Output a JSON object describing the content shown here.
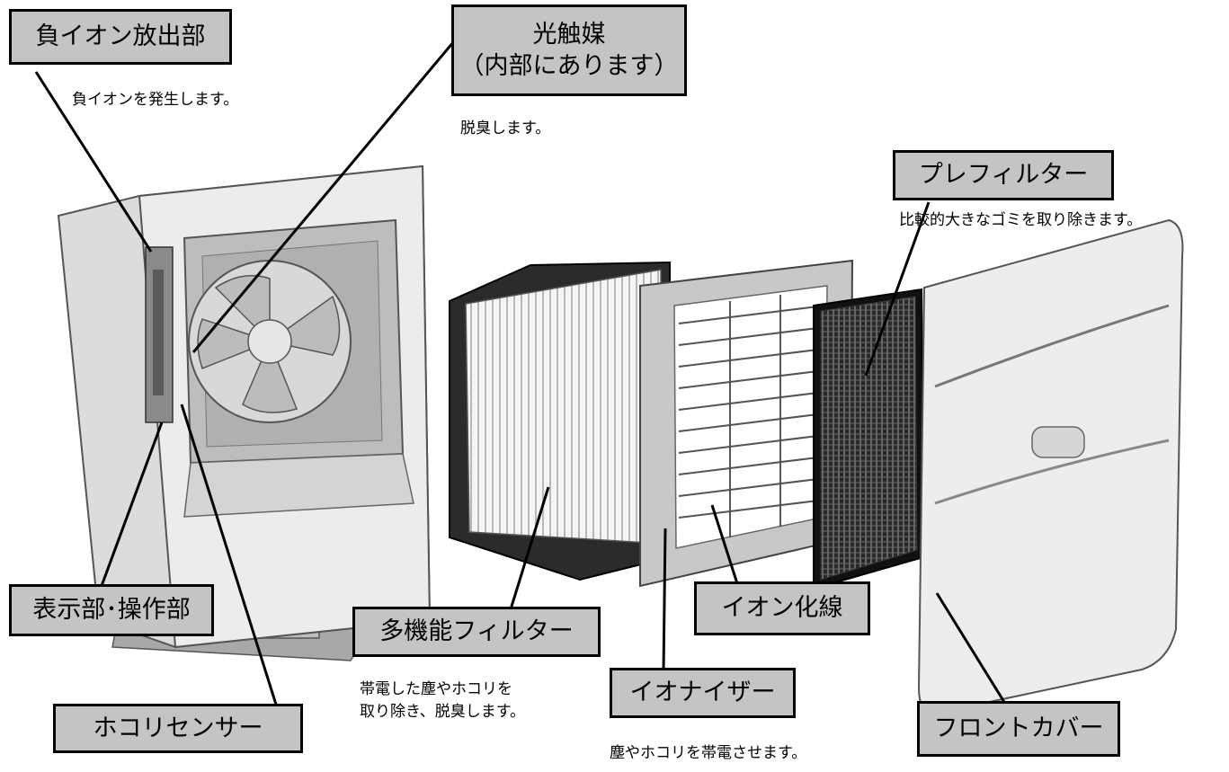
{
  "labels": {
    "ion_emitter": {
      "title": "負イオン放出部",
      "desc": "負イオンを発生します。"
    },
    "photocatalyst": {
      "title": "光触媒",
      "subtitle": "（内部にあります）",
      "desc": "脱臭します。"
    },
    "prefilter": {
      "title": "プレフィルター",
      "desc": "比較的大きなゴミを取り除きます。"
    },
    "display": {
      "title": "表示部･操作部"
    },
    "dust_sensor": {
      "title": "ホコリセンサー"
    },
    "multi_filter": {
      "title": "多機能フィルター",
      "desc_line1": "帯電した塵やホコリを",
      "desc_line2": "取り除き、脱臭します。"
    },
    "ionizer": {
      "title": "イオナイザー",
      "desc": "塵やホコリを帯電させます。"
    },
    "ion_wire": {
      "title": "イオン化線"
    },
    "front_cover": {
      "title": "フロントカバー"
    }
  },
  "colors": {
    "label_fill": "#c4c4c4",
    "outline": "#000000",
    "body_fill": "#ececec",
    "shadow": "#9a9a9a"
  }
}
